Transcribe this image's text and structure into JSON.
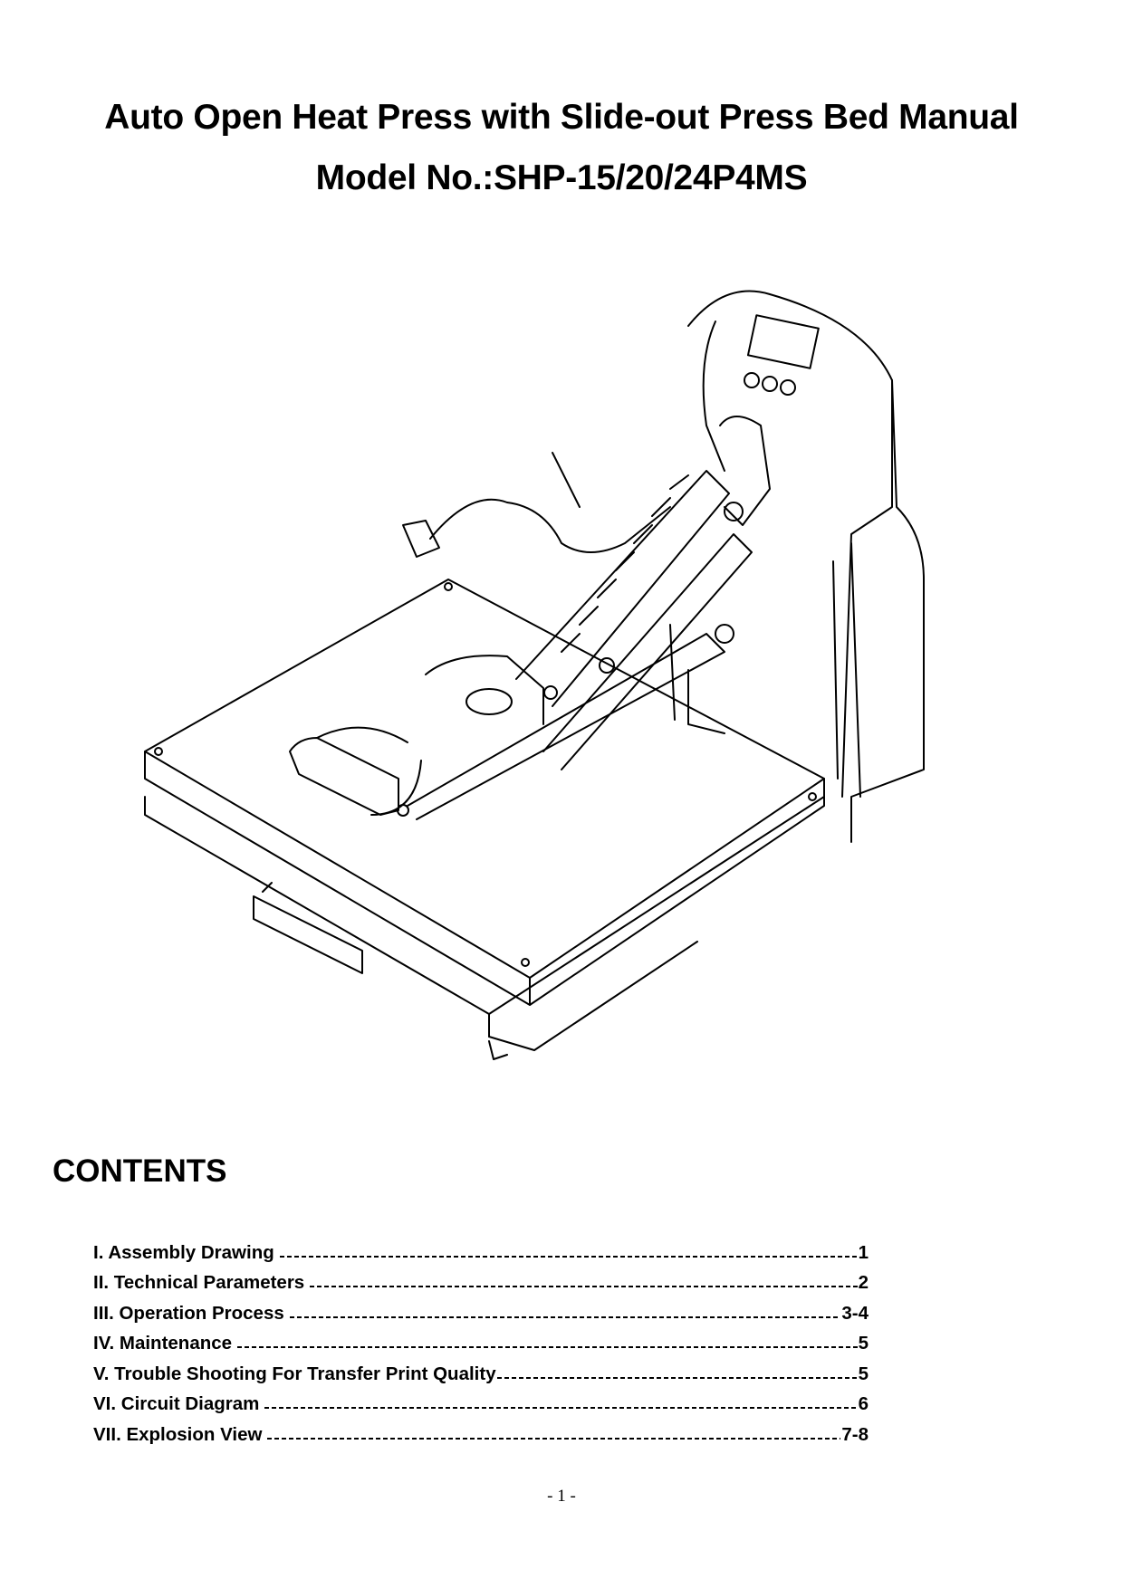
{
  "header": {
    "title": "Auto Open Heat Press with Slide-out Press Bed Manual",
    "model": "Model No.:SHP-15/20/24P4MS"
  },
  "figure": {
    "name": "heat-press-assembly-drawing"
  },
  "contents": {
    "heading": "CONTENTS",
    "items": [
      {
        "label": "I. Assembly Drawing",
        "page": "1"
      },
      {
        "label": "II. Technical Parameters",
        "page": "2"
      },
      {
        "label": "III. Operation Process",
        "page": "3-4"
      },
      {
        "label": "IV. Maintenance",
        "page": "5"
      },
      {
        "label": "V. Trouble Shooting For Transfer Print Quality",
        "page": "5"
      },
      {
        "label": "VI. Circuit Diagram",
        "page": "6"
      },
      {
        "label": "VII. Explosion View",
        "page": "7-8"
      }
    ]
  },
  "footer": {
    "page_number": "- 1 -"
  }
}
